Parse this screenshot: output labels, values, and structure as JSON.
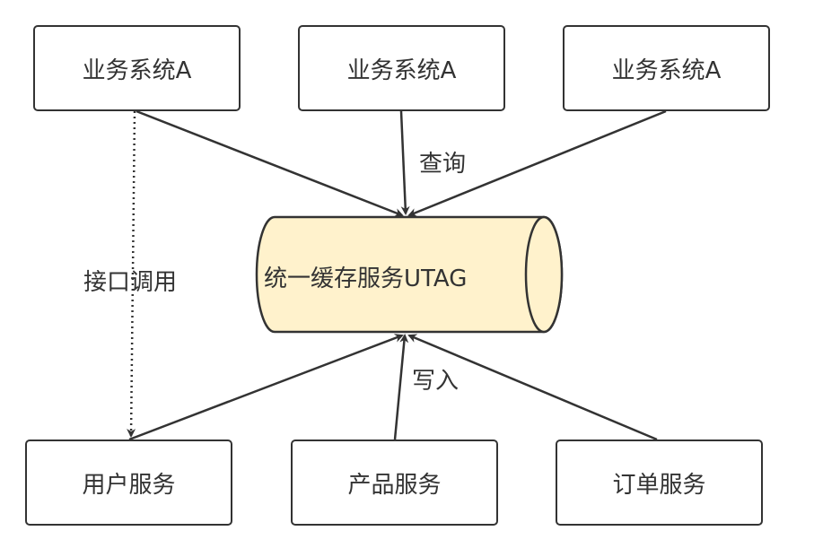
{
  "colors": {
    "stroke": "#333333",
    "cylinder_fill": "#fff2cc",
    "cylinder_stroke": "#333333",
    "text": "#333333"
  },
  "nodes": {
    "biz_system_1": {
      "label": "业务系统A"
    },
    "biz_system_2": {
      "label": "业务系统A"
    },
    "biz_system_3": {
      "label": "业务系统A"
    },
    "cache_service": {
      "label": "统一缓存服务UTAG"
    },
    "user_service": {
      "label": "用户服务"
    },
    "product_service": {
      "label": "产品服务"
    },
    "order_service": {
      "label": "订单服务"
    }
  },
  "edges": {
    "query_label": "查询",
    "write_label": "写入",
    "api_call_label": "接口调用"
  }
}
